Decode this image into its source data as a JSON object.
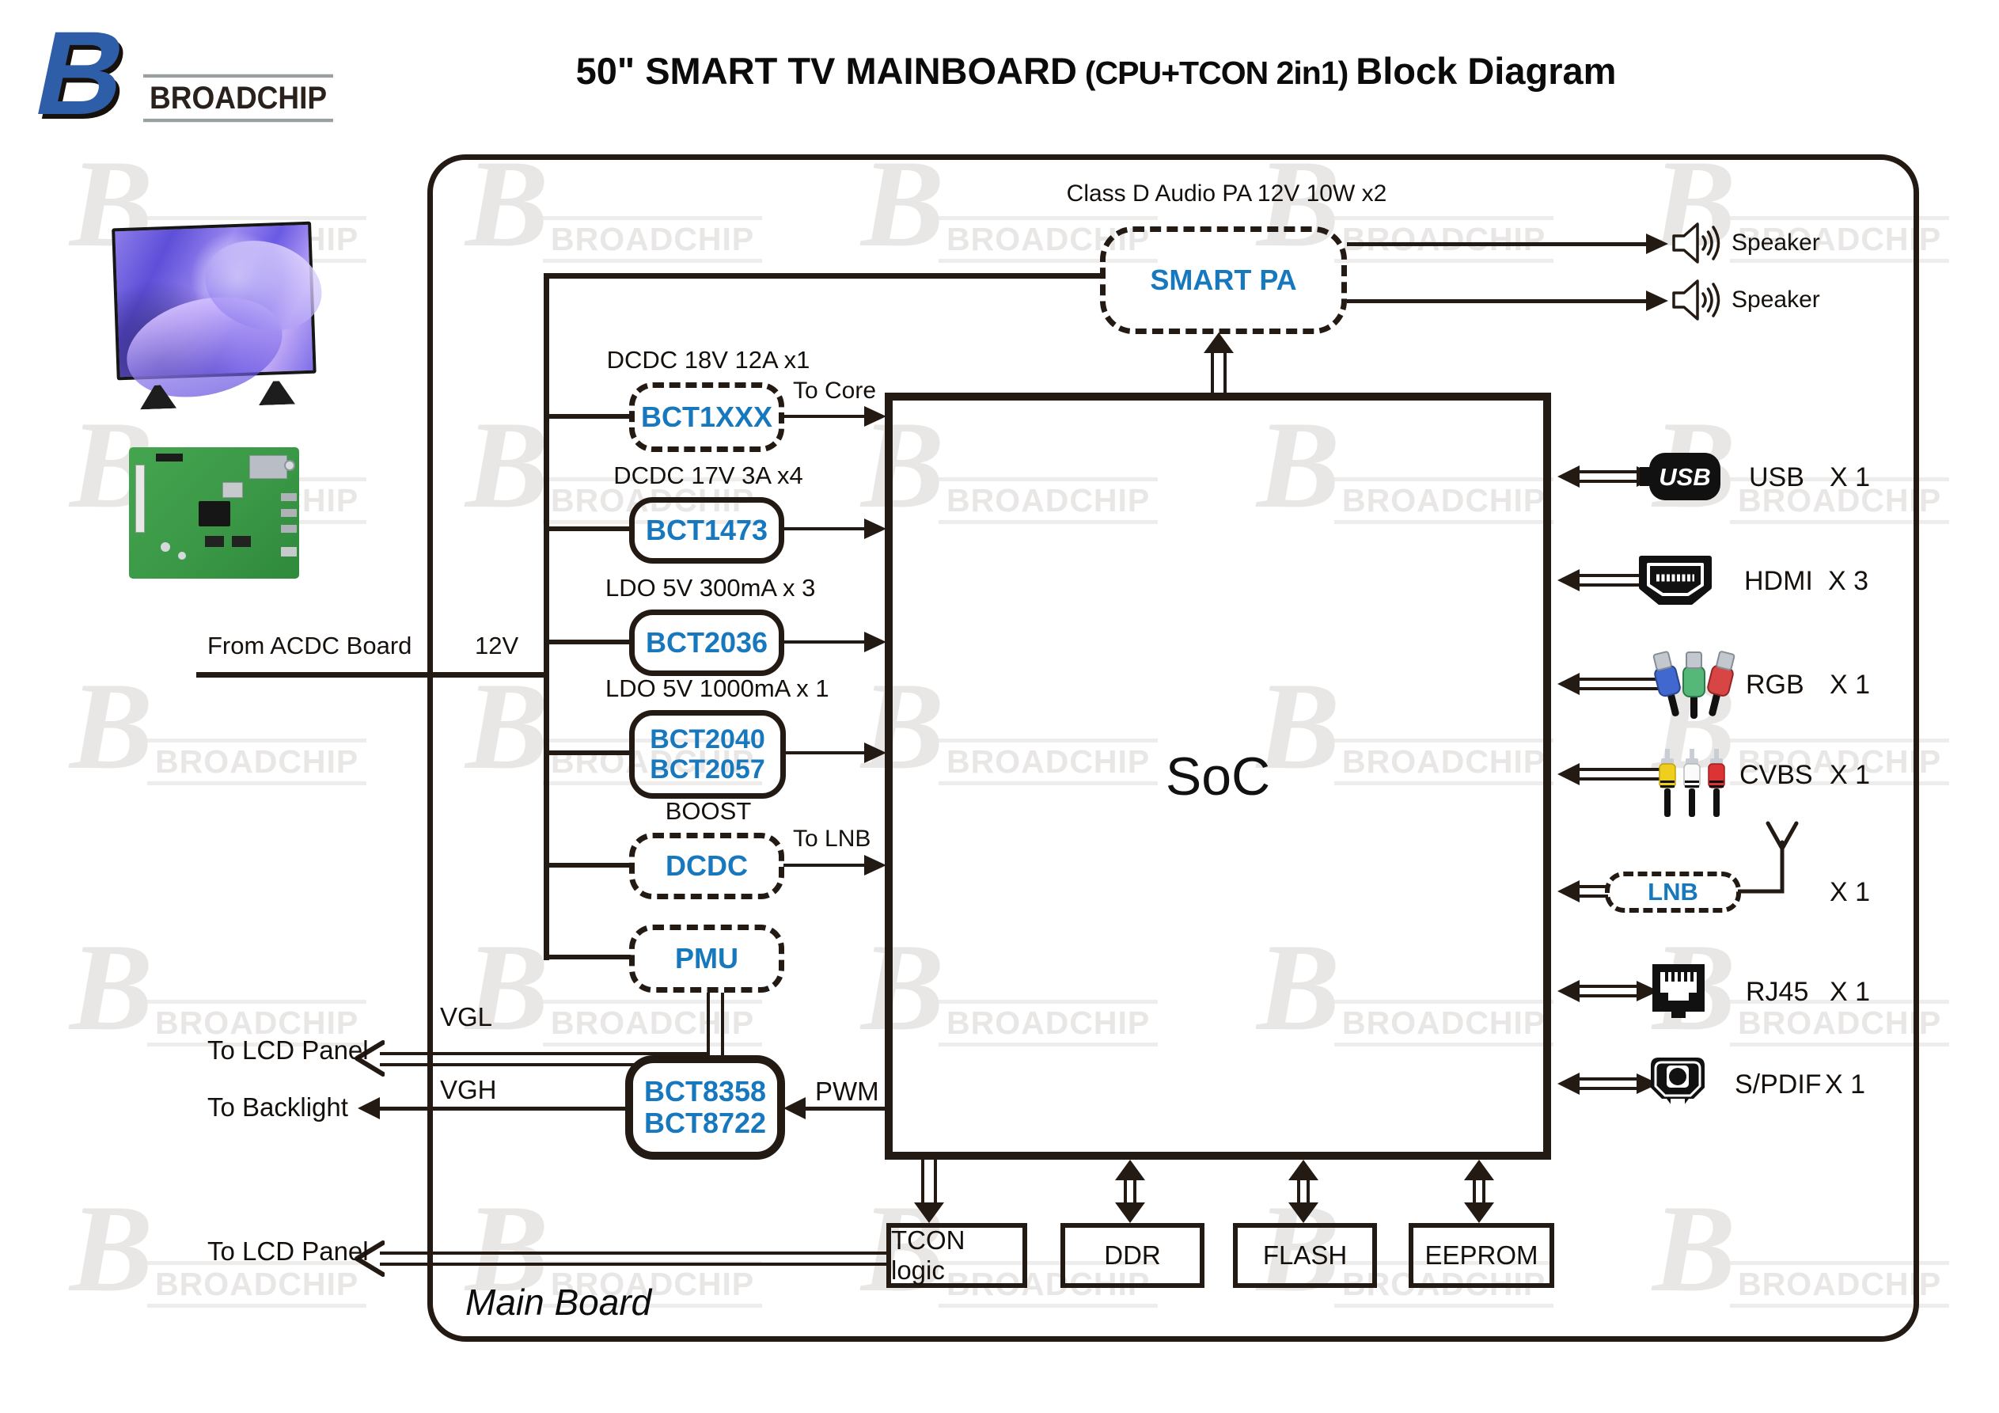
{
  "header": {
    "logo_b": "B",
    "logo_text": "BROADCHIP",
    "title_main": "50\" SMART TV MAINBOARD",
    "title_paren": "(CPU+TCON  2in1)",
    "title_tail": "Block Diagram"
  },
  "watermark": {
    "b": "B",
    "text": "BROADCHIP"
  },
  "power_input": {
    "source_label": "From ACDC Board",
    "rail_label": "12V"
  },
  "power_blocks": [
    {
      "type_label": "DCDC 18V 12A x1",
      "name": [
        "BCT1XXX"
      ],
      "out_label": "To Core",
      "border": "dashed"
    },
    {
      "type_label": "DCDC 17V 3A x4",
      "name": [
        "BCT1473"
      ],
      "border": "solid"
    },
    {
      "type_label": "LDO 5V 300mA x 3",
      "name": [
        "BCT2036"
      ],
      "border": "solid"
    },
    {
      "type_label": "LDO 5V 1000mA x 1",
      "name": [
        "BCT2040",
        "BCT2057"
      ],
      "border": "solid"
    },
    {
      "type_label": "BOOST",
      "name": [
        "DCDC"
      ],
      "out_label": "To LNB",
      "border": "dashed"
    },
    {
      "name": [
        "PMU"
      ],
      "border": "dashed"
    }
  ],
  "backlight_driver": {
    "name": [
      "BCT8358",
      "BCT8722"
    ],
    "pwm_label": "PWM",
    "out_label": "To Backlight"
  },
  "panel_outputs": {
    "vgl": "VGL",
    "vgh": "VGH",
    "lcd_label_top": "To LCD Panel",
    "lcd_label_bottom": "To LCD Panel"
  },
  "soc": {
    "name": "SoC"
  },
  "audio": {
    "pa_label": "Class D Audio PA  12V 10W x2",
    "pa_name": "SMART PA",
    "speaker1": "Speaker",
    "speaker2": "Speaker"
  },
  "memory_blocks": {
    "tcon": "TCON logic",
    "ddr": "DDR",
    "flash": "FLASH",
    "eeprom": "EEPROM"
  },
  "ports": [
    {
      "label": "USB",
      "count": "X 1",
      "direction": "bidirectional"
    },
    {
      "label": "HDMI",
      "count": "X 3",
      "direction": "input"
    },
    {
      "label": "RGB",
      "count": "X 1",
      "direction": "input"
    },
    {
      "label": "CVBS",
      "count": "X 1",
      "direction": "input"
    },
    {
      "label": "LNB",
      "count": "X 1",
      "direction": "output"
    },
    {
      "label": "RJ45",
      "count": "X 1",
      "direction": "bidirectional"
    },
    {
      "label": "S/PDIF",
      "count": "X 1",
      "direction": "bidirectional"
    }
  ],
  "board_label": "Main Board",
  "colors": {
    "line": "#241a14",
    "chip_blue": "#1878be",
    "logo_blue": "#2e5ea7",
    "watermark": "#e9e7e6"
  }
}
